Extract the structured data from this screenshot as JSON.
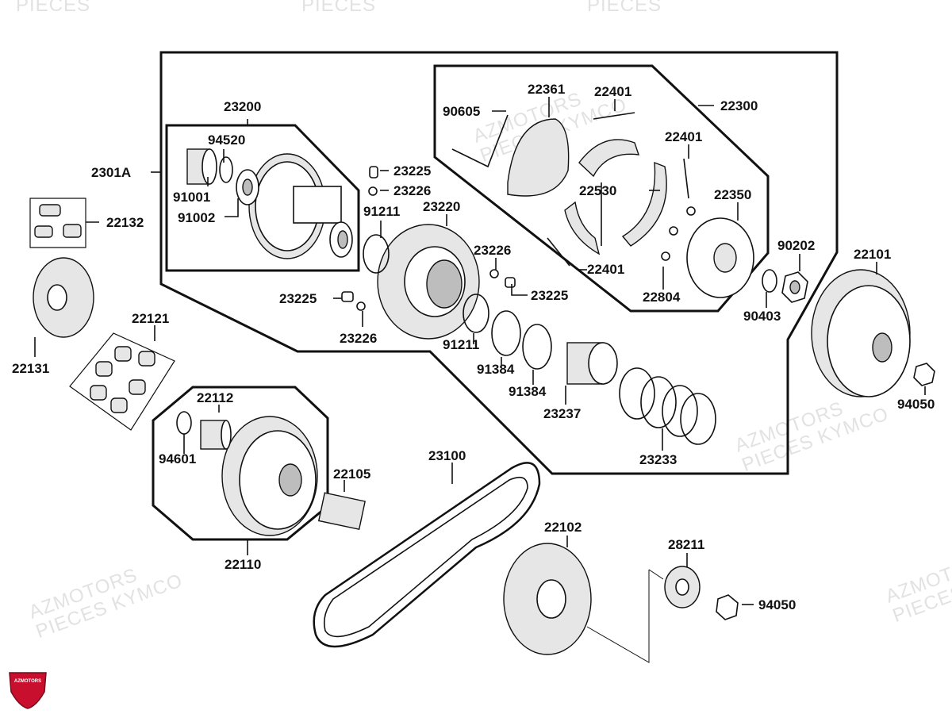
{
  "watermark": {
    "line1": "AZMOTORS",
    "line2": "PIECES KYMCO",
    "header_fragment_1": "PIECES",
    "header_fragment_2": "PIECES",
    "header_fragment_3": "PIECES"
  },
  "logo": {
    "text": "AZMOTORS",
    "color": "#c8102e"
  },
  "parts": {
    "p2301A": "2301A",
    "p23200": "23200",
    "p94520": "94520",
    "p91001": "91001",
    "p91002": "91002",
    "p23225a": "23225",
    "p23226a": "23226",
    "p91211a": "91211",
    "p23220": "23220",
    "p23226b": "23226",
    "p23225b": "23225",
    "p23225c": "23225",
    "p23226c": "23226",
    "p91211b": "91211",
    "p91384a": "91384",
    "p91384b": "91384",
    "p23237": "23237",
    "p23233": "23233",
    "p22300": "22300",
    "p90605": "90605",
    "p22361": "22361",
    "p22401a": "22401",
    "p22401b": "22401",
    "p22401c": "22401",
    "p22530": "22530",
    "p22350": "22350",
    "p22804": "22804",
    "p90202": "90202",
    "p90403": "90403",
    "p22101": "22101",
    "p94050a": "94050",
    "p22132": "22132",
    "p22131": "22131",
    "p22121": "22121",
    "p22112": "22112",
    "p94601": "94601",
    "p22110": "22110",
    "p22105": "22105",
    "p23100": "23100",
    "p22102": "22102",
    "p28211": "28211",
    "p94050b": "94050"
  }
}
